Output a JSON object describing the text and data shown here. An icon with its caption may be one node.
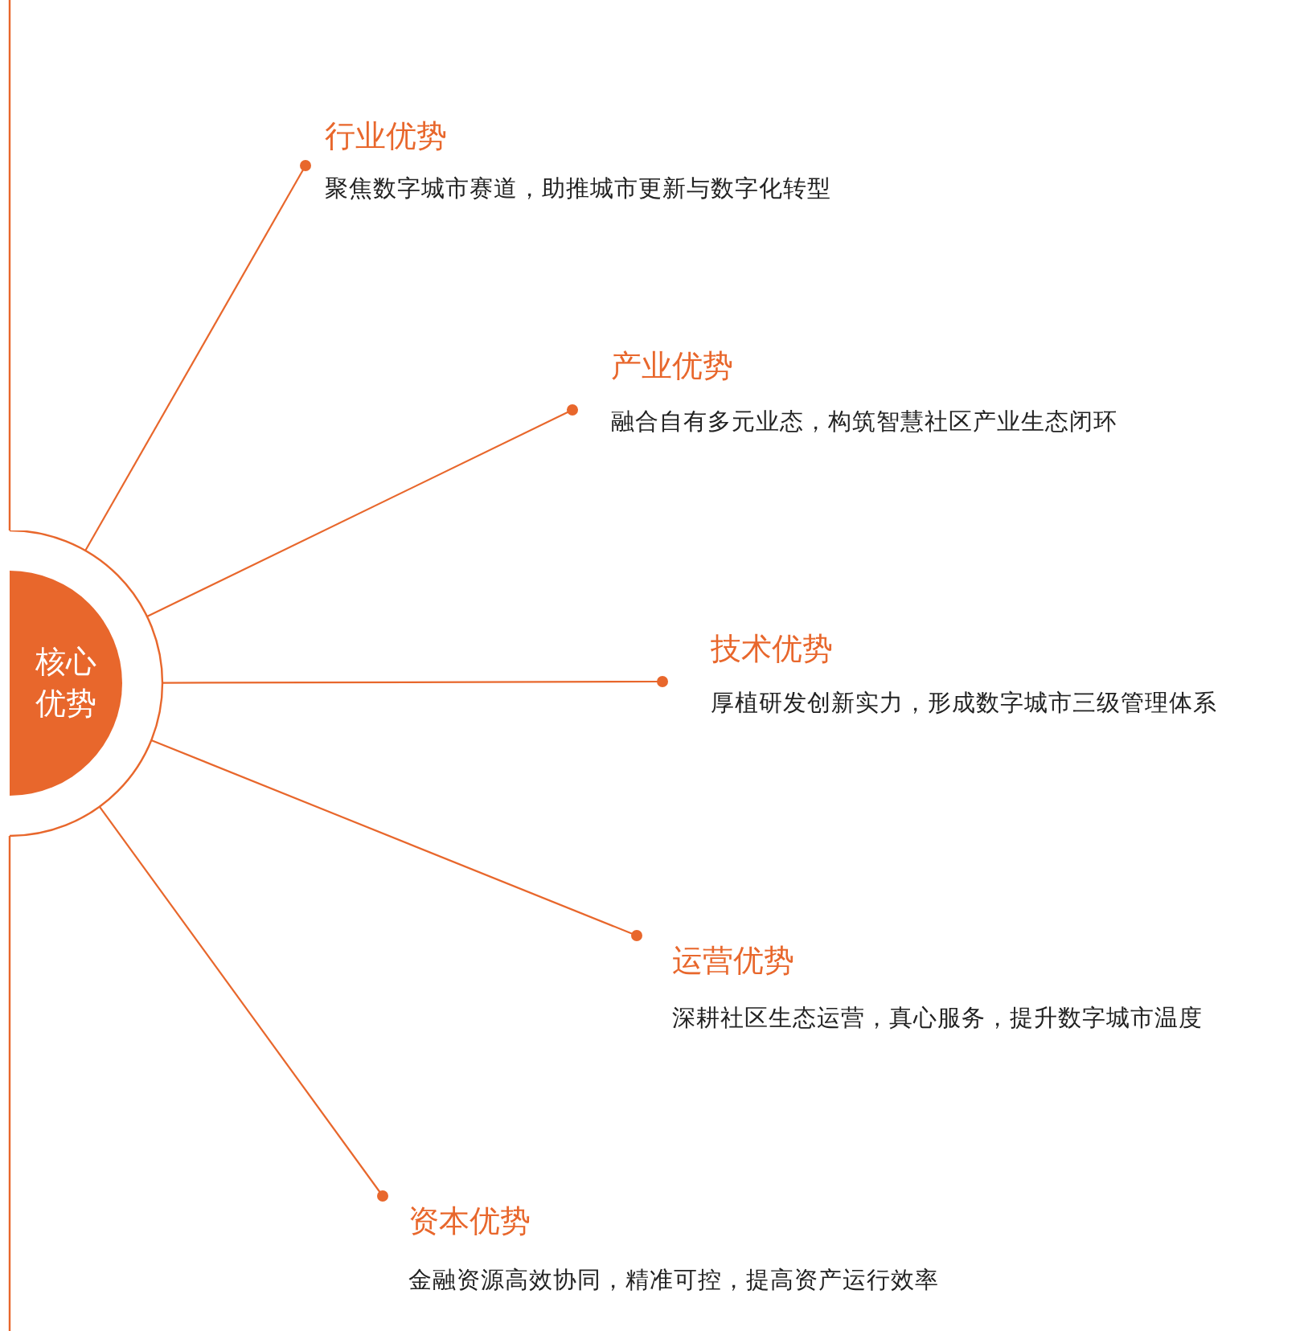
{
  "diagram": {
    "nodes": [
      {
        "text": [
          "核心优势"
        ]
      },
      {
        "text": [
          "行业优势",
          "聚焦数字城市赛道，助推城市更新与数字化转型"
        ]
      },
      {
        "text": [
          "产业优势",
          "融合自有多元业态，构筑智慧社区产业生态闭环"
        ]
      },
      {
        "text": [
          "技术优势",
          "厚植研发创新实力，形成数字城市三级管理体系"
        ]
      },
      {
        "text": [
          "运营优势",
          "深耕社区生态运营，真心服务，提升数字城市温度"
        ]
      },
      {
        "text": [
          "资本优势",
          "金融资源高效协同，精准可控，提高资产运行效率"
        ]
      }
    ],
    "edges": [
      {
        "from": 0,
        "to": 1,
        "arrow": "other"
      },
      {
        "from": 0,
        "to": 2,
        "arrow": "other"
      },
      {
        "from": 0,
        "to": 3,
        "arrow": "other"
      },
      {
        "from": 0,
        "to": 4,
        "arrow": "other"
      },
      {
        "from": 0,
        "to": 5,
        "arrow": "other"
      }
    ]
  }
}
